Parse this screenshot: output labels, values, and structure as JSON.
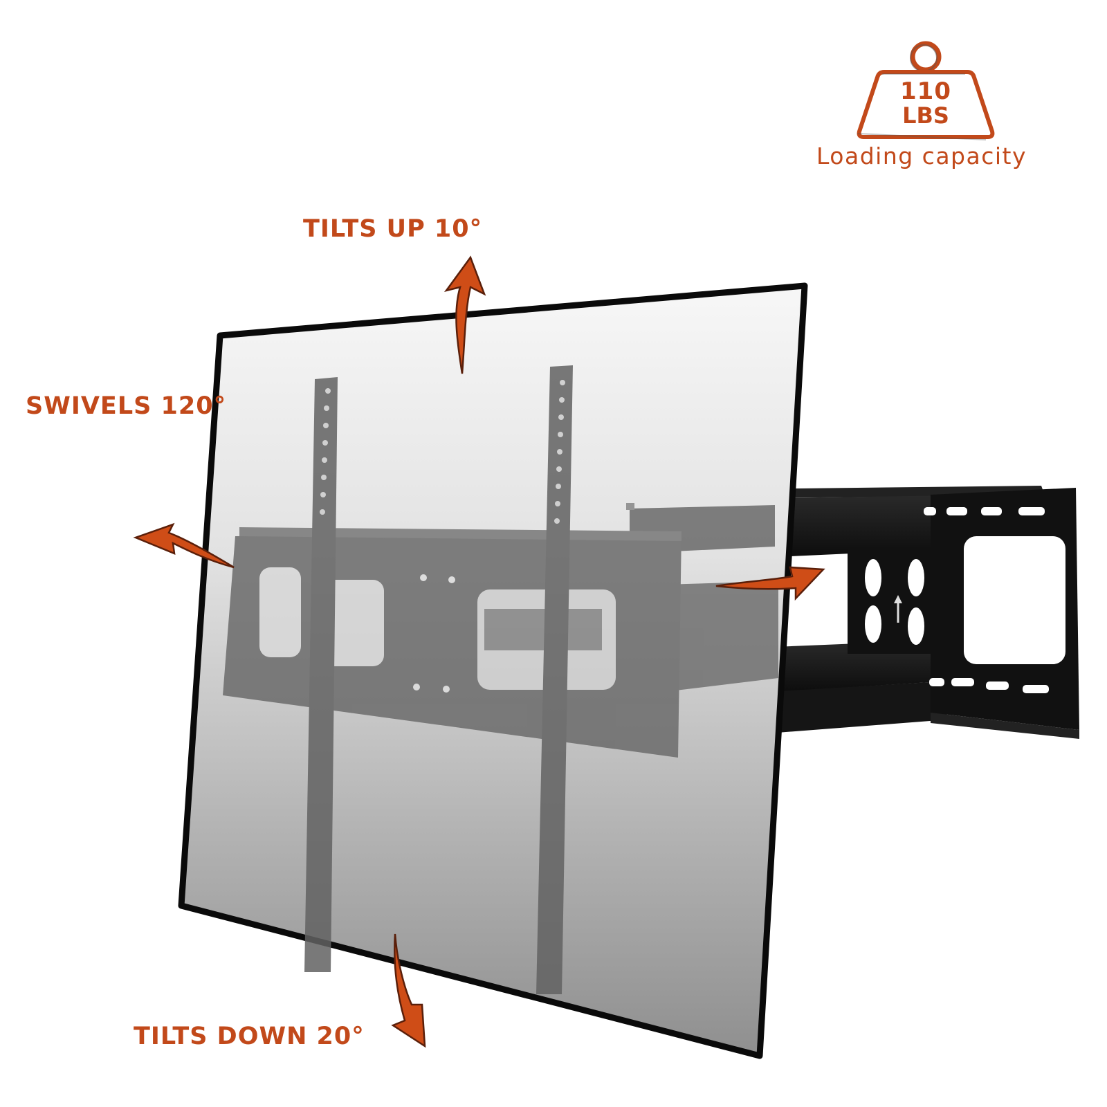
{
  "badge": {
    "icon": "weight-icon",
    "value": "110",
    "unit": "LBS",
    "caption": "Loading capacity"
  },
  "labels": {
    "tilt_up": "TILTS UP 10°",
    "swivel": "SWIVELS 120°",
    "tilt_down": "TILTS DOWN 20°"
  },
  "arrows": {
    "tilt_up": "curved-arrow-up-icon",
    "swivel_left": "curved-arrow-left-icon",
    "swivel_right": "curved-arrow-right-icon",
    "tilt_down": "curved-arrow-down-icon"
  },
  "colors": {
    "accent": "#c2491a",
    "arrow_fill": "#cf4d17",
    "arrow_outline": "#5a1f0a",
    "tv_frame": "#0a0a0a",
    "bracket_dark": "#1a1a1a",
    "bracket_ghost": "#5e5e5e"
  }
}
